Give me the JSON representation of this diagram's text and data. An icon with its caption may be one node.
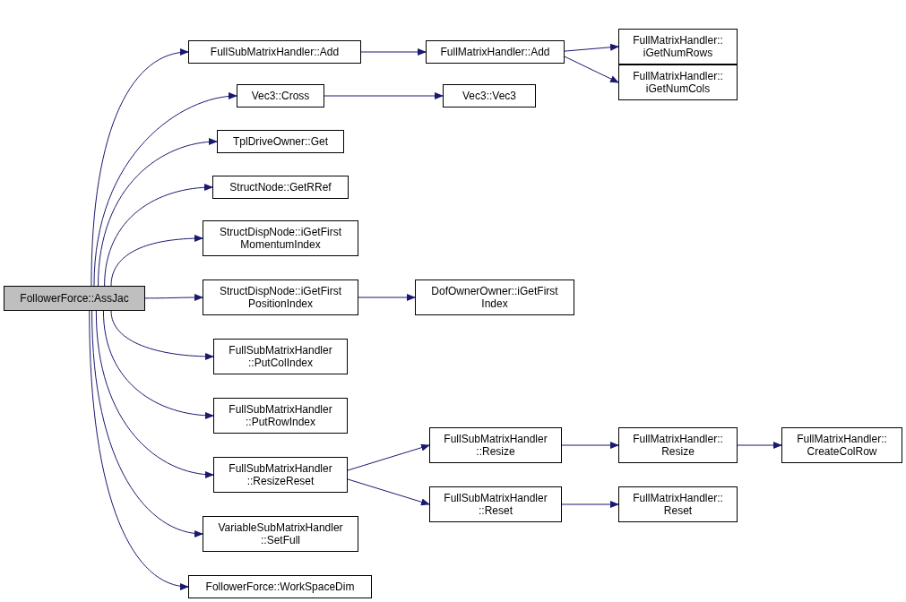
{
  "diagram": {
    "nodes": [
      {
        "text": [
          "FollowerForce::AssJac"
        ]
      },
      {
        "text": [
          "FullSubMatrixHandler::Add"
        ]
      },
      {
        "text": [
          "FullMatrixHandler::Add"
        ]
      },
      {
        "text": [
          "FullMatrixHandler:: iGetNumRows"
        ]
      },
      {
        "text": [
          "FullMatrixHandler:: iGetNumCols"
        ]
      },
      {
        "text": [
          "Vec3::Cross"
        ]
      },
      {
        "text": [
          "Vec3::Vec3"
        ]
      },
      {
        "text": [
          "TplDriveOwner::Get"
        ]
      },
      {
        "text": [
          "StructNode::GetRRef"
        ]
      },
      {
        "text": [
          "StructDispNode::iGetFirst MomentumIndex"
        ]
      },
      {
        "text": [
          "StructDispNode::iGetFirst PositionIndex"
        ]
      },
      {
        "text": [
          "DofOwnerOwner::iGetFirst Index"
        ]
      },
      {
        "text": [
          "FullSubMatrixHandler ::PutColIndex"
        ]
      },
      {
        "text": [
          "FullSubMatrixHandler ::PutRowIndex"
        ]
      },
      {
        "text": [
          "FullSubMatrixHandler ::ResizeReset"
        ]
      },
      {
        "text": [
          "FullSubMatrixHandler ::Resize"
        ]
      },
      {
        "text": [
          "FullSubMatrixHandler ::Reset"
        ]
      },
      {
        "text": [
          "FullMatrixHandler:: Resize"
        ]
      },
      {
        "text": [
          "FullMatrixHandler:: CreateColRow"
        ]
      },
      {
        "text": [
          "FullMatrixHandler:: Reset"
        ]
      },
      {
        "text": [
          "VariableSubMatrixHandler ::SetFull"
        ]
      },
      {
        "text": [
          "FollowerForce::WorkSpaceDim"
        ]
      }
    ],
    "edges": [
      {
        "from": 0,
        "to": 1,
        "arrow": "to"
      },
      {
        "from": 0,
        "to": 5,
        "arrow": "to"
      },
      {
        "from": 0,
        "to": 7,
        "arrow": "to"
      },
      {
        "from": 0,
        "to": 8,
        "arrow": "to"
      },
      {
        "from": 0,
        "to": 9,
        "arrow": "to"
      },
      {
        "from": 0,
        "to": 10,
        "arrow": "to"
      },
      {
        "from": 0,
        "to": 12,
        "arrow": "to"
      },
      {
        "from": 0,
        "to": 13,
        "arrow": "to"
      },
      {
        "from": 0,
        "to": 14,
        "arrow": "to"
      },
      {
        "from": 0,
        "to": 20,
        "arrow": "to"
      },
      {
        "from": 0,
        "to": 21,
        "arrow": "to"
      },
      {
        "from": 1,
        "to": 2,
        "arrow": "to"
      },
      {
        "from": 2,
        "to": 3,
        "arrow": "to"
      },
      {
        "from": 2,
        "to": 4,
        "arrow": "to"
      },
      {
        "from": 5,
        "to": 6,
        "arrow": "to"
      },
      {
        "from": 10,
        "to": 11,
        "arrow": "to"
      },
      {
        "from": 14,
        "to": 15,
        "arrow": "to"
      },
      {
        "from": 14,
        "to": 16,
        "arrow": "to"
      },
      {
        "from": 15,
        "to": 17,
        "arrow": "to"
      },
      {
        "from": 17,
        "to": 18,
        "arrow": "to"
      },
      {
        "from": 16,
        "to": 19,
        "arrow": "to"
      }
    ]
  }
}
